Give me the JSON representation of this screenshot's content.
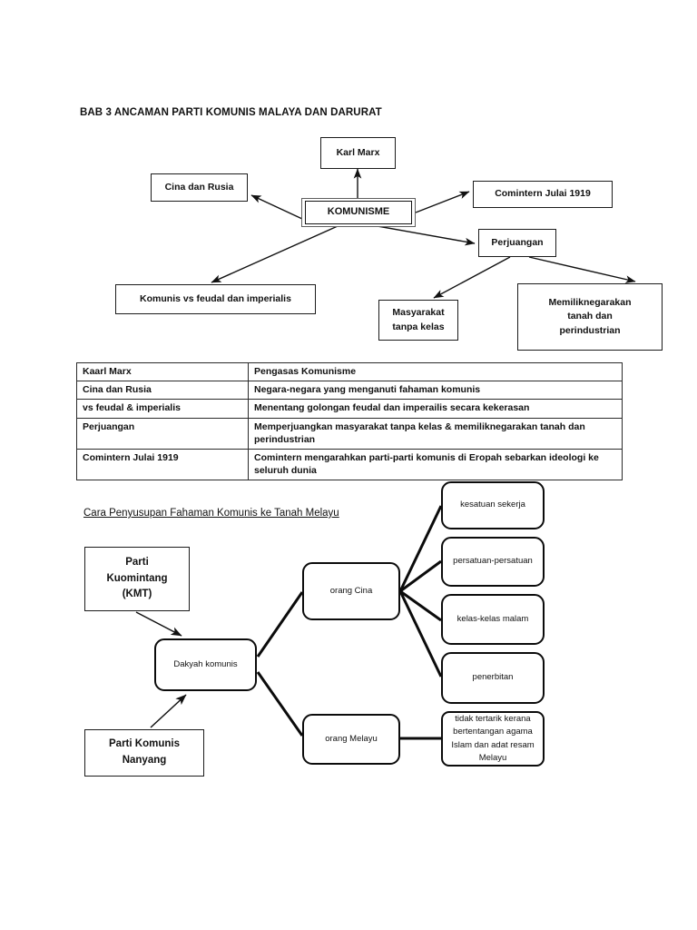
{
  "document": {
    "title": "BAB 3  ANCAMAN PARTI KOMUNIS MALAYA DAN DARURAT",
    "section_title": "Cara Penyusupan Fahaman Komunis ke Tanah Melayu"
  },
  "concept_map": {
    "center": {
      "label": "KOMUNISME"
    },
    "nodes": [
      {
        "id": "karl-marx",
        "label": "Karl Marx"
      },
      {
        "id": "cina-rusia",
        "label": "Cina dan Rusia"
      },
      {
        "id": "comintern",
        "label": "Comintern Julai 1919"
      },
      {
        "id": "perjuangan",
        "label": "Perjuangan"
      },
      {
        "id": "komunis-vs",
        "label": "Komunis  vs  feudal dan imperialis"
      },
      {
        "id": "masyarakat",
        "label": "Masyarakat\ntanpa kelas"
      },
      {
        "id": "memiliknegarakan",
        "label": "Memiliknegarakan\ntanah dan\nperindustrian"
      }
    ],
    "masyarakat_lines": [
      "Masyarakat",
      "tanpa kelas"
    ],
    "memiliknegarakan_lines": [
      "Memiliknegarakan",
      "tanah dan",
      "perindustrian"
    ]
  },
  "table": {
    "rows": [
      {
        "term": "Kaarl Marx",
        "desc": "Pengasas Komunisme"
      },
      {
        "term": "Cina dan Rusia",
        "desc": "Negara-negara yang menganuti fahaman komunis"
      },
      {
        "term": "vs feudal & imperialis",
        "desc": "Menentang golongan feudal dan imperailis secara kekerasan"
      },
      {
        "term": "Perjuangan",
        "desc": "Memperjuangkan masyarakat tanpa kelas & memiliknegarakan tanah dan perindustrian"
      },
      {
        "term": "Comintern Julai 1919",
        "desc": "Comintern mengarahkan parti-parti komunis di Eropah sebarkan ideologi ke seluruh dunia"
      }
    ]
  },
  "flow": {
    "sources": [
      {
        "id": "kmt",
        "lines": [
          "Parti",
          "Kuomintang",
          "(KMT)"
        ]
      },
      {
        "id": "nanyang",
        "lines": [
          "Parti Komunis",
          "Nanyang"
        ]
      }
    ],
    "hub": {
      "id": "dakyah",
      "label": "Dakyah komunis"
    },
    "branches": [
      {
        "id": "orang-cina",
        "label": "orang Cina"
      },
      {
        "id": "orang-melayu",
        "label": "orang Melayu"
      }
    ],
    "cina_outcomes": [
      {
        "id": "kesatuan-sekerja",
        "label": "kesatuan sekerja"
      },
      {
        "id": "persatuan",
        "label": "persatuan-persatuan"
      },
      {
        "id": "kelas-malam",
        "label": "kelas-kelas malam"
      },
      {
        "id": "penerbitan",
        "label": "penerbitan"
      }
    ],
    "melayu_outcome": {
      "id": "tidak-tertarik",
      "lines": [
        "tidak tertarik kerana",
        "bertentangan agama",
        "Islam dan adat resam",
        "Melayu"
      ]
    }
  },
  "colors": {
    "ink": "#111111",
    "line": "#0b0b0b",
    "paper": "#ffffff"
  }
}
